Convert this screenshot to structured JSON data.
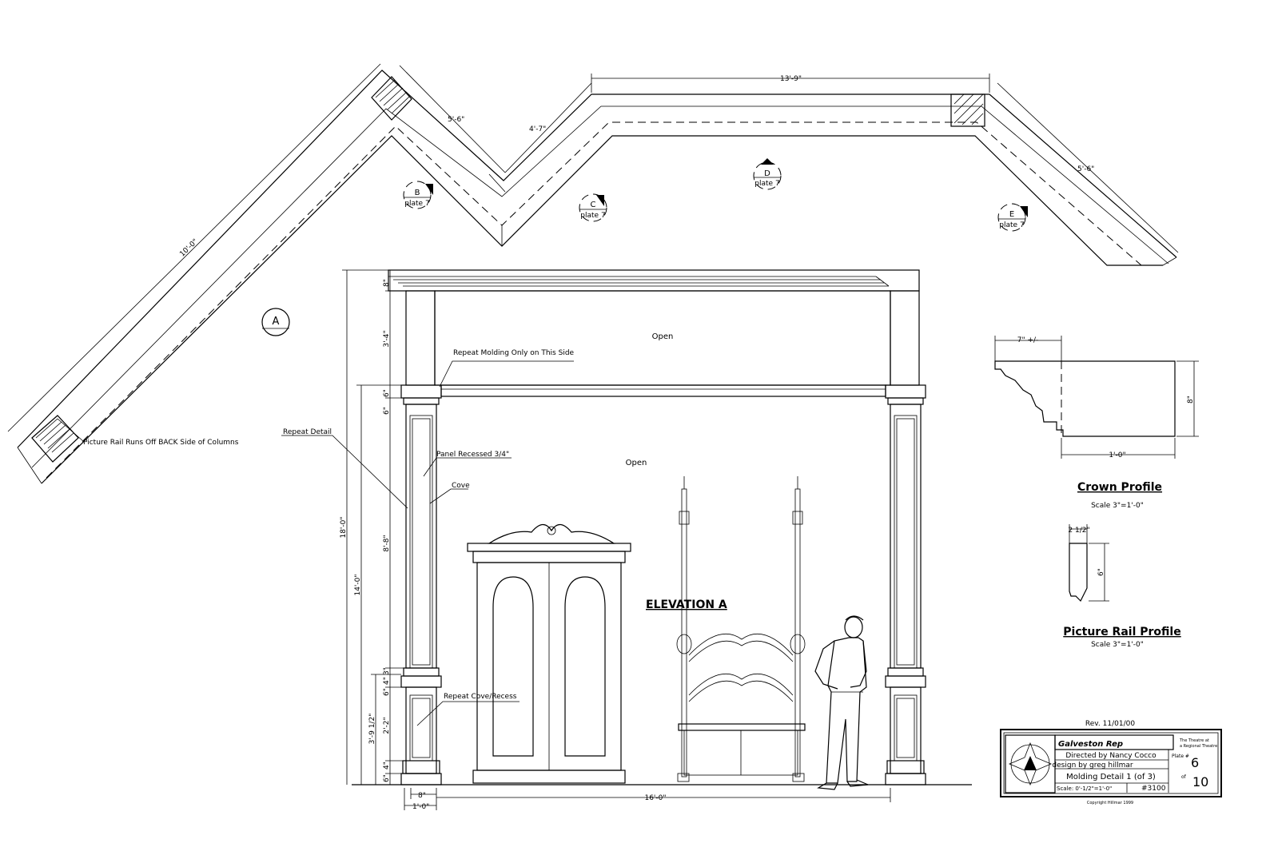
{
  "plan": {
    "dim_left": "10'-0\"",
    "dim_b": "5'-6\"",
    "dim_c": "4'-7\"",
    "dim_top": "13'-9\"",
    "dim_right": "5'-6\"",
    "note_picture_rail": "Picture Rail Runs Off BACK Side of Columns",
    "markers": [
      {
        "id": "A",
        "sub": ""
      },
      {
        "id": "B",
        "sub": "plate 7"
      },
      {
        "id": "C",
        "sub": "plate 7"
      },
      {
        "id": "D",
        "sub": "plate 7"
      },
      {
        "id": "E",
        "sub": "plate 7"
      }
    ]
  },
  "elevation": {
    "title": "ELEVATION A",
    "open_upper": "Open",
    "open_lower": "Open",
    "note_repeat_molding": "Repeat Molding Only on This Side",
    "note_repeat_detail": "Repeat Detail",
    "note_panel_recessed": "Panel Recessed 3/4\"",
    "note_cove": "Cove",
    "note_repeat_cove": "Repeat Cove/Recess",
    "dims_left": {
      "overall": "18'-0\"",
      "to_cap": "14'-0\"",
      "base_group": "3'-9 1/2\"",
      "crown": "8\"",
      "frieze": "3'-4\"",
      "cap": "6\"",
      "cap2": "6\"",
      "shaft": "8'-8\"",
      "s1": "3\"",
      "s2": "4\"",
      "s3": "6\"",
      "panel": "2'-2\"",
      "s4": "4\"",
      "plinth": "6\""
    },
    "dims_bottom": {
      "span": "16'-0\"",
      "col_inner": "8\"",
      "col_outer": "1'-0\""
    }
  },
  "crown_profile": {
    "title": "Crown Profile",
    "scale": "Scale 3\"=1'-0\"",
    "dim_top": "7\" +/-",
    "dim_side": "8\"",
    "dim_bottom": "1'-0\""
  },
  "picture_rail_profile": {
    "title": "Picture Rail Profile",
    "scale": "Scale 3\"=1'-0\"",
    "dim_top": "2 1/2\"",
    "dim_side": "6\""
  },
  "title_block": {
    "rev": "Rev. 11/01/00",
    "show": "Galveston Rep",
    "directed_by": "Directed by Nancy Cocco",
    "designer": "design by greg hillmar",
    "theatre_line1": "The Theatre at",
    "theatre_line2": "a Regional Theatre",
    "sheet_title": "Molding Detail 1 (of 3)",
    "scale": "Scale: 0'-1/2\"=1'-0\"",
    "drawing_no": "#3100",
    "plate_label": "Plate #",
    "plate_no": "6",
    "of_label": "of",
    "plate_total": "10",
    "copyright": "Copyright Hillmar 1999"
  },
  "colors": {
    "ink": "#000000",
    "paper": "#ffffff"
  }
}
